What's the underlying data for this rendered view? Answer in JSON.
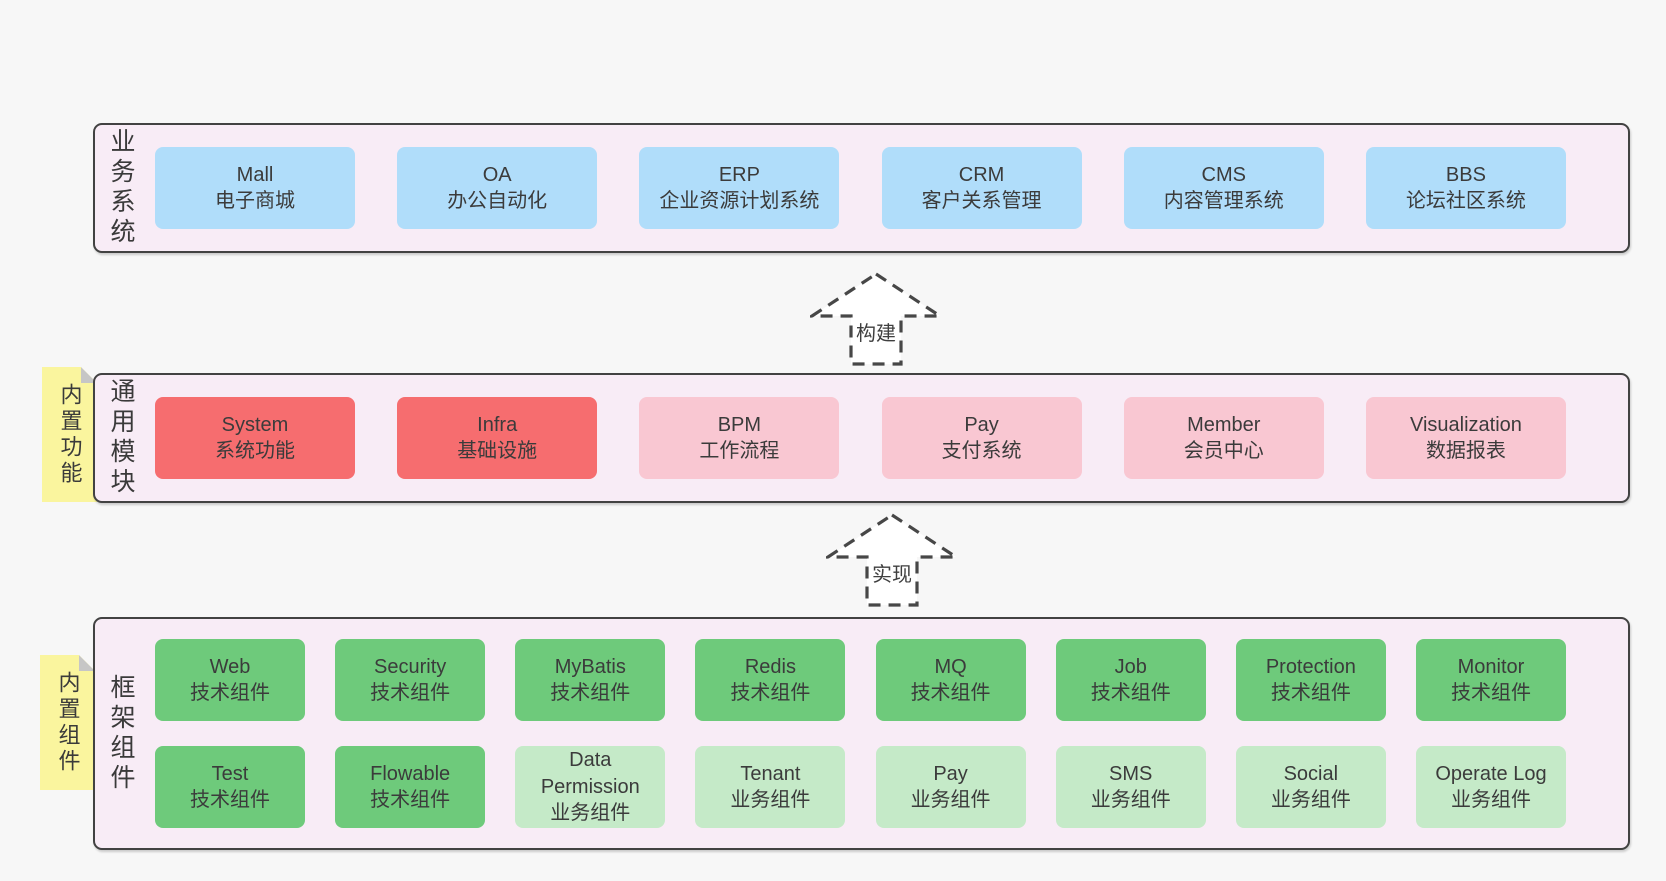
{
  "colors": {
    "page_bg": "#f7f7f7",
    "band_bg": "#f8ecf6",
    "band_border": "#424242",
    "blue_box": "#b0ddfa",
    "red_box": "#f66d6f",
    "pink_box": "#f9c7d2",
    "green_box": "#6eca7b",
    "light_green_box": "#c5eac8",
    "sticky_bg": "#faf59e",
    "text": "#3d3d3d"
  },
  "arrows": [
    {
      "label": "构建"
    },
    {
      "label": "实现"
    }
  ],
  "layers": {
    "business": {
      "label": "业务系统",
      "boxes": [
        {
          "name": "Mall",
          "subtitle": "电子商城"
        },
        {
          "name": "OA",
          "subtitle": "办公自动化"
        },
        {
          "name": "ERP",
          "subtitle": "企业资源计划系统"
        },
        {
          "name": "CRM",
          "subtitle": "客户关系管理"
        },
        {
          "name": "CMS",
          "subtitle": "内容管理系统"
        },
        {
          "name": "BBS",
          "subtitle": "论坛社区系统"
        }
      ]
    },
    "modules": {
      "label": "通用模块",
      "sticky": "内置功能",
      "boxes": [
        {
          "name": "System",
          "subtitle": "系统功能"
        },
        {
          "name": "Infra",
          "subtitle": "基础设施"
        },
        {
          "name": "BPM",
          "subtitle": "工作流程"
        },
        {
          "name": "Pay",
          "subtitle": "支付系统"
        },
        {
          "name": "Member",
          "subtitle": "会员中心"
        },
        {
          "name": "Visualization",
          "subtitle": "数据报表"
        }
      ]
    },
    "components": {
      "label": "框架组件",
      "sticky": "内置组件",
      "row1": [
        {
          "name": "Web",
          "subtitle": "技术组件"
        },
        {
          "name": "Security",
          "subtitle": "技术组件"
        },
        {
          "name": "MyBatis",
          "subtitle": "技术组件"
        },
        {
          "name": "Redis",
          "subtitle": "技术组件"
        },
        {
          "name": "MQ",
          "subtitle": "技术组件"
        },
        {
          "name": "Job",
          "subtitle": "技术组件"
        },
        {
          "name": "Protection",
          "subtitle": "技术组件"
        },
        {
          "name": "Monitor",
          "subtitle": "技术组件"
        }
      ],
      "row2": [
        {
          "name": "Test",
          "subtitle": "技术组件"
        },
        {
          "name": "Flowable",
          "subtitle": "技术组件"
        },
        {
          "name": "Data Permission",
          "subtitle": "业务组件"
        },
        {
          "name": "Tenant",
          "subtitle": "业务组件"
        },
        {
          "name": "Pay",
          "subtitle": "业务组件"
        },
        {
          "name": "SMS",
          "subtitle": "业务组件"
        },
        {
          "name": "Social",
          "subtitle": "业务组件"
        },
        {
          "name": "Operate Log",
          "subtitle": "业务组件"
        }
      ]
    }
  }
}
